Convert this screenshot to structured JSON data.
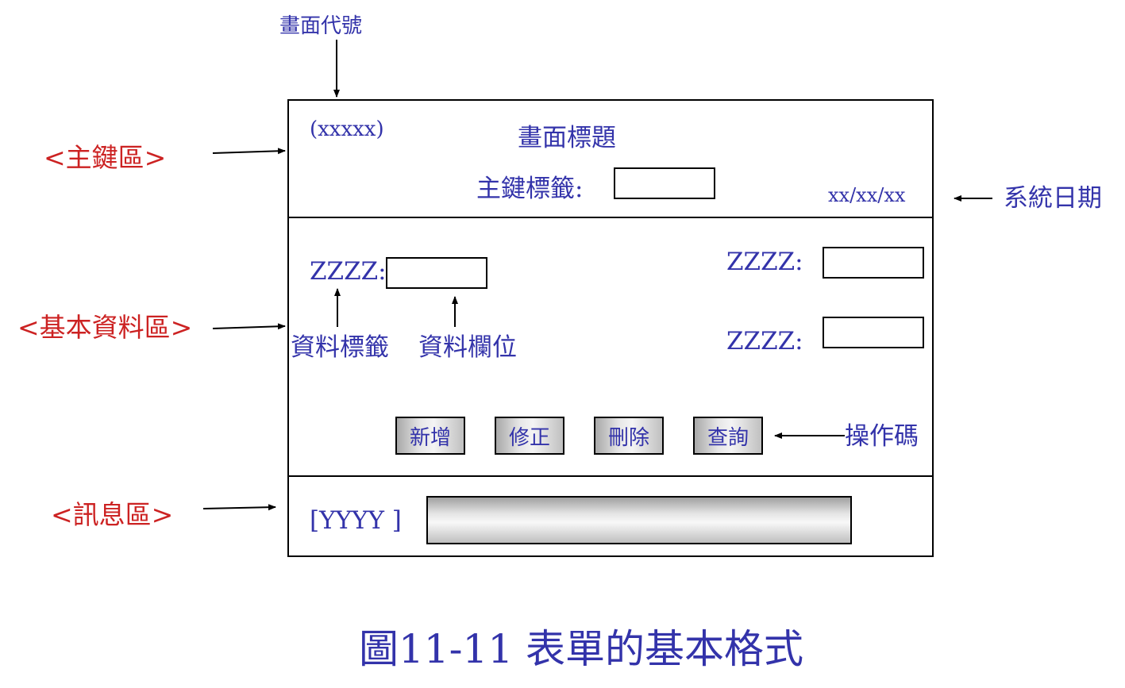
{
  "annotations": {
    "screen_code": "畫面代號",
    "primary_key_area": "<主鍵區>",
    "basic_data_area": "<基本資料區>",
    "message_area": "<訊息區>",
    "system_date": "系統日期",
    "data_label": "資料標籤",
    "data_field": "資料欄位",
    "operation_code": "操作碼"
  },
  "form": {
    "screen_code_value": "(xxxxx)",
    "screen_title": "畫面標題",
    "key_label": "主鍵標籤:",
    "date_value": "xx/xx/xx",
    "field_label_left": "ZZZZ:",
    "field_label_right_1": "ZZZZ:",
    "field_label_right_2": "ZZZZ:",
    "buttons": [
      "新增",
      "修正",
      "刪除",
      "查詢"
    ],
    "message_code": "[YYYY ]"
  },
  "caption": "圖11-11 表單的基本格式",
  "colors": {
    "annotation_blue": "#3333aa",
    "area_red": "#cc2222"
  }
}
